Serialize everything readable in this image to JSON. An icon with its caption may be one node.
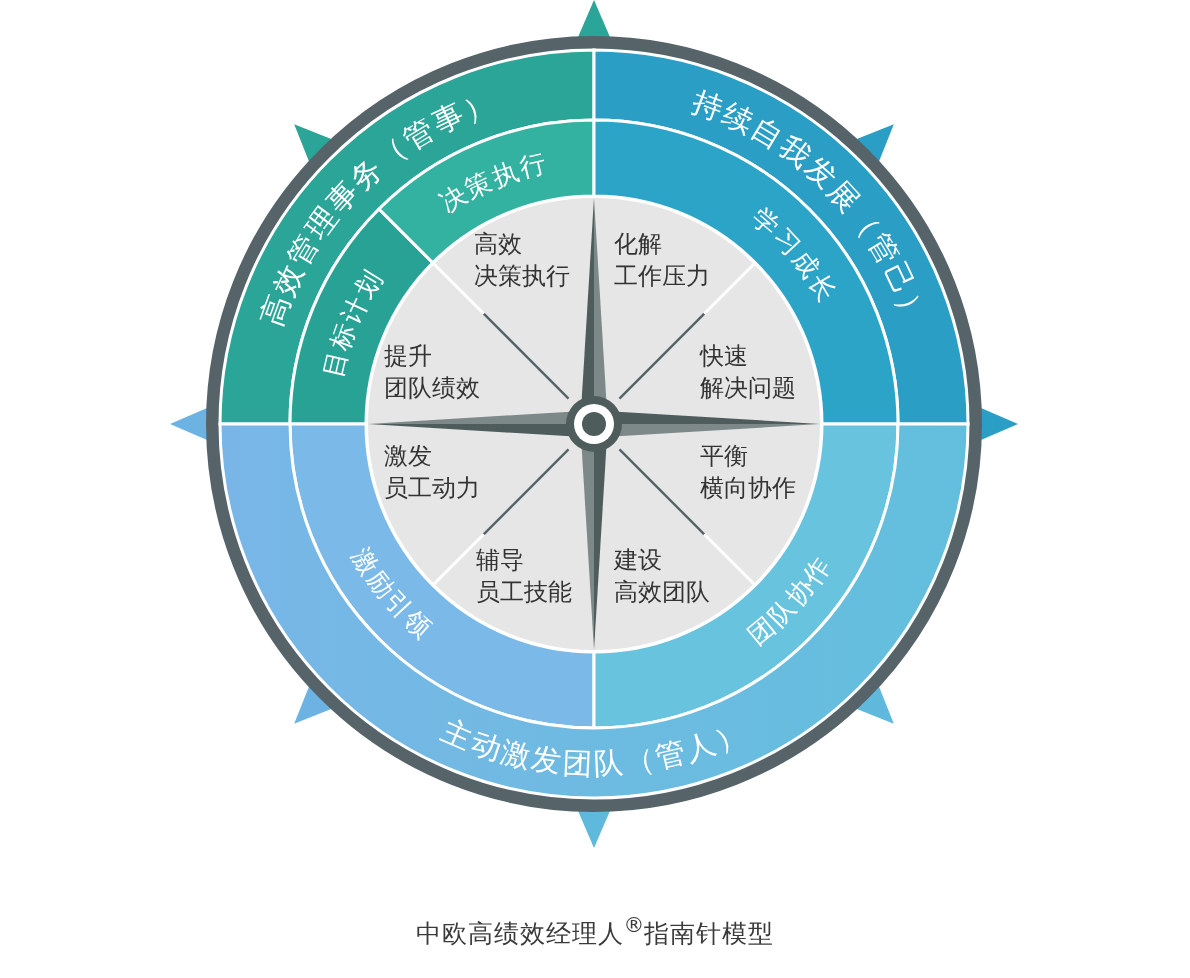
{
  "diagram": {
    "caption": "中欧高绩效经理人$^{®}$指南针模型",
    "nodes": [
      {
        "text": [
          "高效管理事务（管事）"
        ]
      },
      {
        "text": [
          "持续自我发展（管己）"
        ]
      },
      {
        "text": [
          "目标计划"
        ]
      },
      {
        "text": [
          "决策执行"
        ]
      },
      {
        "text": [
          "学习成长"
        ]
      },
      {
        "text": [
          "高效决策执行"
        ]
      },
      {
        "text": [
          "化解工作压力"
        ]
      },
      {
        "text": [
          "提升团队绩效"
        ]
      },
      {
        "text": [
          "快速解决问题"
        ]
      },
      {
        "text": [
          "激发员工动力"
        ]
      },
      {
        "text": [
          "平衡横向协作"
        ]
      },
      {
        "text": [
          "辅导员工技能"
        ]
      },
      {
        "text": [
          "建设高效团队"
        ]
      },
      {
        "text": [
          "激励引领"
        ]
      },
      {
        "text": [
          "团队协作"
        ]
      },
      {
        "text": [
          "主动激发团队（管人）"
        ]
      }
    ]
  }
}
